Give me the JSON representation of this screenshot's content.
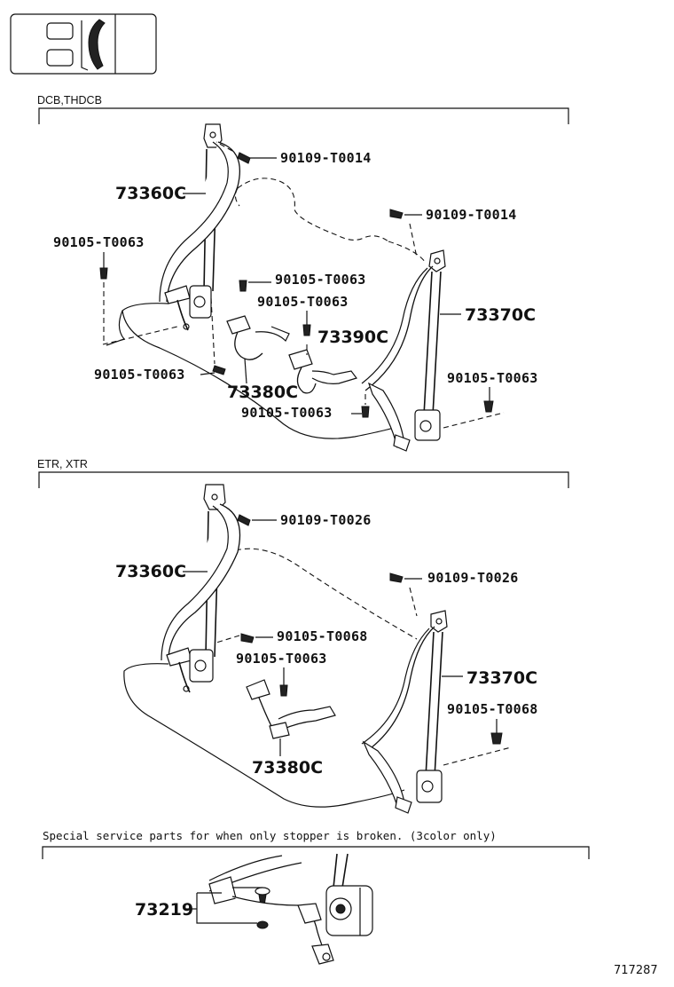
{
  "sections": [
    {
      "header": "DCB,THDCB",
      "labels": {
        "bolt_upper_left": "90109-T0014",
        "retractor_left": "73360C",
        "bolt_upper_right": "90109-T0014",
        "bolt_far_left": "90105-T0063",
        "bolt_center_upper": "90105-T0063",
        "bolt_center_mid": "90105-T0063",
        "retractor_right": "73370C",
        "buckle_right": "73390C",
        "bolt_right": "90105-T0063",
        "bolt_left_low": "90105-T0063",
        "buckle_left": "73380C",
        "bolt_bottom": "90105-T0063"
      }
    },
    {
      "header": "ETR, XTR",
      "labels": {
        "bolt_upper_left": "90109-T0026",
        "retractor_left": "73360C",
        "bolt_upper_right": "90109-T0026",
        "bolt_center_upper": "90105-T0068",
        "bolt_center_mid": "90105-T0063",
        "retractor_right": "73370C",
        "bolt_right": "90105-T0068",
        "buckle": "73380C"
      }
    }
  ],
  "special": {
    "note": "Special service parts for when only stopper is broken. (3color only)",
    "label": "73219"
  },
  "figure_id": "717287"
}
